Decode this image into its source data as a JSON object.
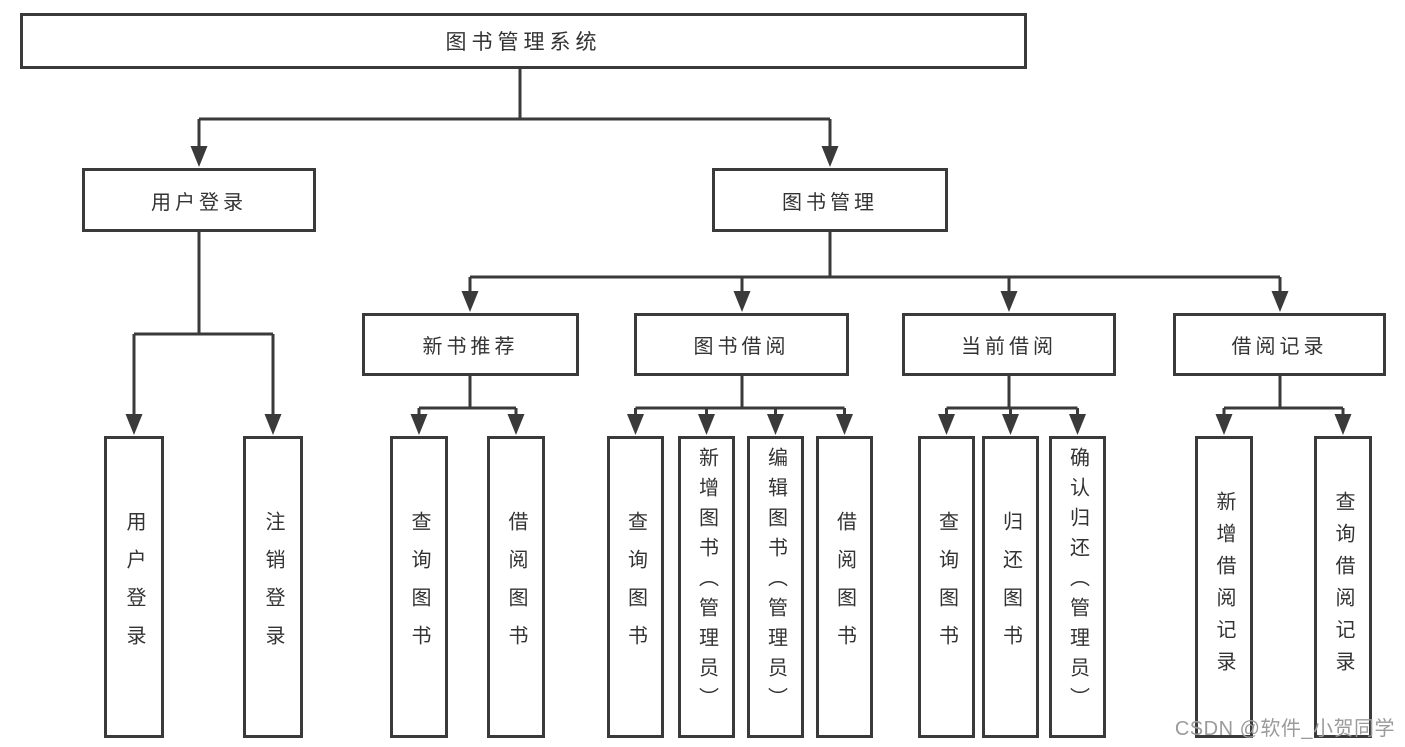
{
  "diagram": {
    "root": {
      "label": "图书管理系统"
    },
    "level2": [
      {
        "id": "user-login",
        "label": "用户登录"
      },
      {
        "id": "book-management",
        "label": "图书管理"
      }
    ],
    "level3": [
      {
        "id": "new-book-recommend",
        "label": "新书推荐",
        "parent": "book-management"
      },
      {
        "id": "book-borrowing",
        "label": "图书借阅",
        "parent": "book-management"
      },
      {
        "id": "current-borrowing",
        "label": "当前借阅",
        "parent": "book-management"
      },
      {
        "id": "borrowing-records",
        "label": "借阅记录",
        "parent": "book-management"
      }
    ],
    "leaves": [
      {
        "label": "用户登录",
        "parent": "user-login"
      },
      {
        "label": "注销登录",
        "parent": "user-login"
      },
      {
        "label": "查询图书",
        "parent": "new-book-recommend"
      },
      {
        "label": "借阅图书",
        "parent": "new-book-recommend"
      },
      {
        "label": "查询图书",
        "parent": "book-borrowing"
      },
      {
        "label": "新增图书（管理员）",
        "parent": "book-borrowing"
      },
      {
        "label": "编辑图书（管理员）",
        "parent": "book-borrowing"
      },
      {
        "label": "借阅图书",
        "parent": "book-borrowing"
      },
      {
        "label": "查询图书",
        "parent": "current-borrowing"
      },
      {
        "label": "归还图书",
        "parent": "current-borrowing"
      },
      {
        "label": "确认归还（管理员）",
        "parent": "current-borrowing"
      },
      {
        "label": "新增借阅记录",
        "parent": "borrowing-records"
      },
      {
        "label": "查询借阅记录",
        "parent": "borrowing-records"
      }
    ]
  },
  "watermark": {
    "text": "CSDN @软件_小贺同学"
  },
  "colors": {
    "line": "#3a3a3a",
    "text": "#333333",
    "watermark": "#9b9b9b",
    "background": "#ffffff"
  }
}
